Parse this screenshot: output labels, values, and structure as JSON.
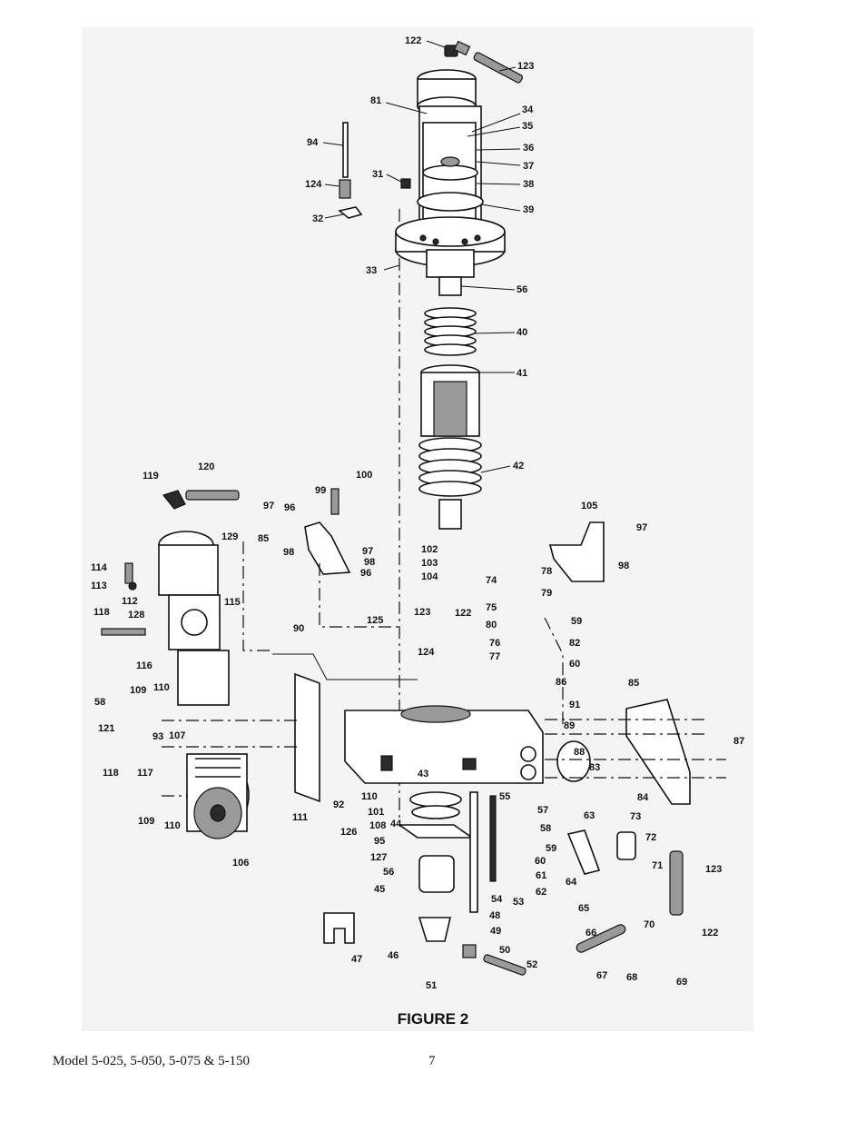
{
  "figure_caption": "FIGURE 2",
  "footer": {
    "model_text": "Model 5-025, 5-050, 5-075 & 5-150",
    "page_number": "7"
  },
  "callouts": [
    {
      "id": "122-top",
      "text": "122"
    },
    {
      "id": "123-top",
      "text": "123"
    },
    {
      "id": "81",
      "text": "81"
    },
    {
      "id": "34",
      "text": "34"
    },
    {
      "id": "35",
      "text": "35"
    },
    {
      "id": "94",
      "text": "94"
    },
    {
      "id": "36",
      "text": "36"
    },
    {
      "id": "37",
      "text": "37"
    },
    {
      "id": "31",
      "text": "31"
    },
    {
      "id": "38",
      "text": "38"
    },
    {
      "id": "124-top",
      "text": "124"
    },
    {
      "id": "39",
      "text": "39"
    },
    {
      "id": "32",
      "text": "32"
    },
    {
      "id": "33",
      "text": "33"
    },
    {
      "id": "56-top",
      "text": "56"
    },
    {
      "id": "40",
      "text": "40"
    },
    {
      "id": "41",
      "text": "41"
    },
    {
      "id": "42",
      "text": "42"
    },
    {
      "id": "119",
      "text": "119"
    },
    {
      "id": "120",
      "text": "120"
    },
    {
      "id": "100",
      "text": "100"
    },
    {
      "id": "99",
      "text": "99"
    },
    {
      "id": "105",
      "text": "105"
    },
    {
      "id": "97-a",
      "text": "97"
    },
    {
      "id": "96-a",
      "text": "96"
    },
    {
      "id": "97-b",
      "text": "97"
    },
    {
      "id": "129",
      "text": "129"
    },
    {
      "id": "85-a",
      "text": "85"
    },
    {
      "id": "98-a",
      "text": "98"
    },
    {
      "id": "102",
      "text": "102"
    },
    {
      "id": "97-c",
      "text": "97"
    },
    {
      "id": "98-b",
      "text": "98"
    },
    {
      "id": "103",
      "text": "103"
    },
    {
      "id": "98-c",
      "text": "98"
    },
    {
      "id": "96-b",
      "text": "96"
    },
    {
      "id": "104",
      "text": "104"
    },
    {
      "id": "114",
      "text": "114"
    },
    {
      "id": "78",
      "text": "78"
    },
    {
      "id": "113",
      "text": "113"
    },
    {
      "id": "74",
      "text": "74"
    },
    {
      "id": "79",
      "text": "79"
    },
    {
      "id": "115",
      "text": "115"
    },
    {
      "id": "112",
      "text": "112"
    },
    {
      "id": "75",
      "text": "75"
    },
    {
      "id": "118-a",
      "text": "118"
    },
    {
      "id": "128",
      "text": "128"
    },
    {
      "id": "123-mid",
      "text": "123"
    },
    {
      "id": "122-mid",
      "text": "122"
    },
    {
      "id": "59-a",
      "text": "59"
    },
    {
      "id": "125",
      "text": "125"
    },
    {
      "id": "80",
      "text": "80"
    },
    {
      "id": "90",
      "text": "90"
    },
    {
      "id": "82",
      "text": "82"
    },
    {
      "id": "76",
      "text": "76"
    },
    {
      "id": "124-mid",
      "text": "124"
    },
    {
      "id": "77",
      "text": "77"
    },
    {
      "id": "60-a",
      "text": "60"
    },
    {
      "id": "116",
      "text": "116"
    },
    {
      "id": "86",
      "text": "86"
    },
    {
      "id": "85-b",
      "text": "85"
    },
    {
      "id": "109-a",
      "text": "109"
    },
    {
      "id": "110-a",
      "text": "110"
    },
    {
      "id": "58-a",
      "text": "58"
    },
    {
      "id": "91",
      "text": "91"
    },
    {
      "id": "87",
      "text": "87"
    },
    {
      "id": "121",
      "text": "121"
    },
    {
      "id": "93",
      "text": "93"
    },
    {
      "id": "89",
      "text": "89"
    },
    {
      "id": "107",
      "text": "107"
    },
    {
      "id": "88",
      "text": "88"
    },
    {
      "id": "43",
      "text": "43"
    },
    {
      "id": "118-b",
      "text": "118"
    },
    {
      "id": "117",
      "text": "117"
    },
    {
      "id": "83",
      "text": "83"
    },
    {
      "id": "55",
      "text": "55"
    },
    {
      "id": "110-b",
      "text": "110"
    },
    {
      "id": "84",
      "text": "84"
    },
    {
      "id": "92",
      "text": "92"
    },
    {
      "id": "111",
      "text": "111"
    },
    {
      "id": "101",
      "text": "101"
    },
    {
      "id": "57",
      "text": "57"
    },
    {
      "id": "109-b",
      "text": "109"
    },
    {
      "id": "110-c",
      "text": "110"
    },
    {
      "id": "108",
      "text": "108"
    },
    {
      "id": "44",
      "text": "44"
    },
    {
      "id": "63",
      "text": "63"
    },
    {
      "id": "73",
      "text": "73"
    },
    {
      "id": "126",
      "text": "126"
    },
    {
      "id": "58-b",
      "text": "58"
    },
    {
      "id": "95",
      "text": "95"
    },
    {
      "id": "72",
      "text": "72"
    },
    {
      "id": "59-b",
      "text": "59"
    },
    {
      "id": "106",
      "text": "106"
    },
    {
      "id": "127",
      "text": "127"
    },
    {
      "id": "60-b",
      "text": "60"
    },
    {
      "id": "71",
      "text": "71"
    },
    {
      "id": "123-low",
      "text": "123"
    },
    {
      "id": "56-low",
      "text": "56"
    },
    {
      "id": "61",
      "text": "61"
    },
    {
      "id": "64",
      "text": "64"
    },
    {
      "id": "45",
      "text": "45"
    },
    {
      "id": "62",
      "text": "62"
    },
    {
      "id": "54",
      "text": "54"
    },
    {
      "id": "53",
      "text": "53"
    },
    {
      "id": "65",
      "text": "65"
    },
    {
      "id": "48",
      "text": "48"
    },
    {
      "id": "70",
      "text": "70"
    },
    {
      "id": "66",
      "text": "66"
    },
    {
      "id": "122-low",
      "text": "122"
    },
    {
      "id": "49",
      "text": "49"
    },
    {
      "id": "47",
      "text": "47"
    },
    {
      "id": "46",
      "text": "46"
    },
    {
      "id": "50",
      "text": "50"
    },
    {
      "id": "52",
      "text": "52"
    },
    {
      "id": "67",
      "text": "67"
    },
    {
      "id": "68",
      "text": "68"
    },
    {
      "id": "69",
      "text": "69"
    },
    {
      "id": "51",
      "text": "51"
    }
  ]
}
